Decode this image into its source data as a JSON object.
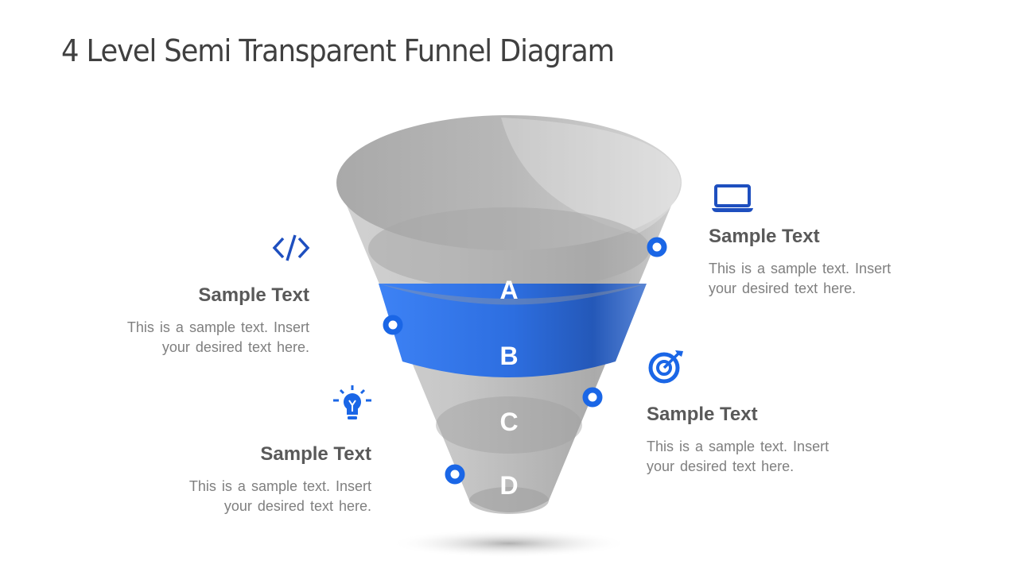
{
  "title": "4 Level Semi Transparent Funnel Diagram",
  "colors": {
    "accent": "#1a66e6",
    "icon": "#1e4fbf",
    "heading": "#595959",
    "body": "#7f7f7f"
  },
  "funnel": {
    "levels": [
      {
        "label": "A",
        "color": "gray"
      },
      {
        "label": "B",
        "color": "#2f6fe0"
      },
      {
        "label": "C",
        "color": "gray"
      },
      {
        "label": "D",
        "color": "gray"
      }
    ]
  },
  "blocks": [
    {
      "id": "a",
      "side": "right",
      "icon": "laptop-icon",
      "heading": "Sample Text",
      "body_line1": "This is a sample text. Insert",
      "body_line2": "your desired text here."
    },
    {
      "id": "b",
      "side": "left",
      "icon": "code-icon",
      "heading": "Sample Text",
      "body_line1": "This is a sample text. Insert",
      "body_line2": "your desired text here."
    },
    {
      "id": "c",
      "side": "right",
      "icon": "target-icon",
      "heading": "Sample Text",
      "body_line1": "This is a sample text. Insert",
      "body_line2": "your desired text here."
    },
    {
      "id": "d",
      "side": "left",
      "icon": "lightbulb-icon",
      "heading": "Sample Text",
      "body_line1": "This is a sample text. Insert",
      "body_line2": "your desired text here."
    }
  ]
}
